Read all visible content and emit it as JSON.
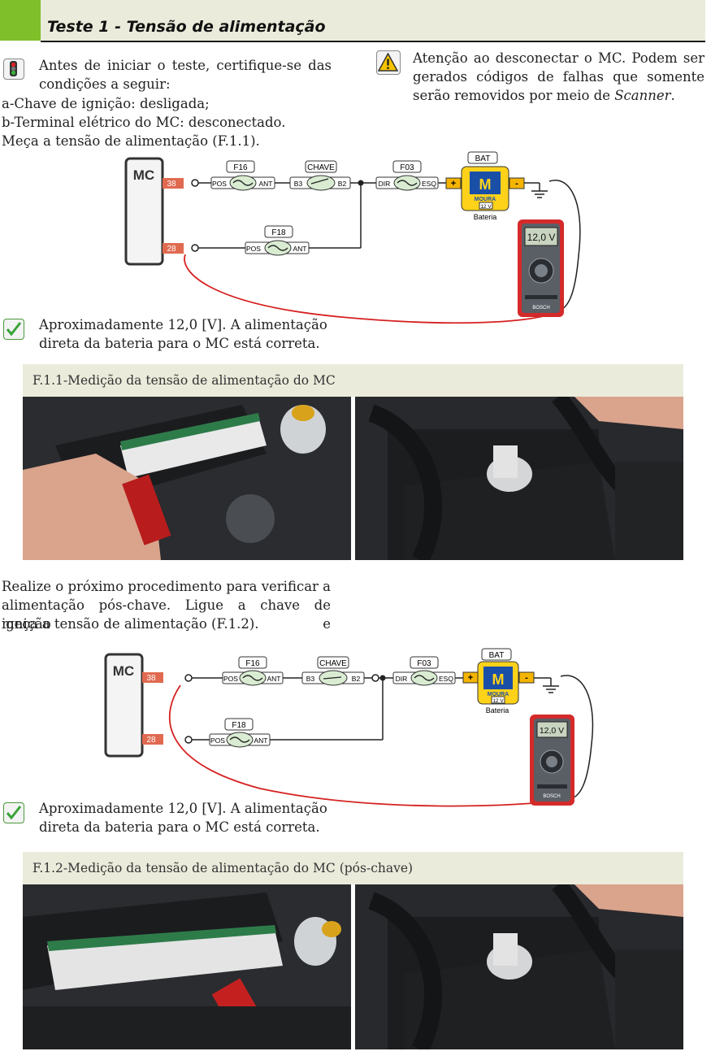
{
  "header": {
    "title": "Teste 1 - Tensão de alimentação"
  },
  "intro": {
    "line1": "Antes de iniciar o teste, certifique-se das",
    "line2": "condições a seguir:",
    "item_a": "a-Chave de ignição: desligada;",
    "item_b": "b-Terminal elétrico do MC: desconectado.",
    "measure": "Meça a tensão de alimentação (F.1.1)."
  },
  "warning": {
    "line1": "Atenção ao desconectar o MC. Podem ser",
    "line2": "gerados códigos de falhas que somente",
    "line3_prefix": "serão removidos por meio de ",
    "line3_italic": "Scanner",
    "line3_suffix": "."
  },
  "diagram_labels": {
    "module": "MC",
    "pin_top": "38",
    "pin_bottom": "28",
    "fuse_f16": "F16",
    "fuse_f03": "F03",
    "fuse_f18": "F18",
    "switch": "CHAVE",
    "battery": "BAT",
    "pos": "POS",
    "ant": "ANT",
    "b3": "B3",
    "b2": "B2",
    "dir": "DIR",
    "esq": "ESQ",
    "plus": "+",
    "minus": "-",
    "brand": "MOURA",
    "battery_volt": "12 V",
    "battery_caption": "Bateria",
    "meter_reading": "12,0 V",
    "meter_brand": "BOSCH"
  },
  "result1": {
    "line1": "Aproximadamente 12,0 [V]. A alimentação",
    "line2": "direta da bateria para o MC está correta."
  },
  "figure1": {
    "caption": "F.1.1-Medição da tensão de alimentação do MC"
  },
  "procedure": {
    "line1": "Realize o próximo procedimento para verificar a",
    "line2": "alimentação pós-chave. Ligue a chave de ignição e",
    "line3": "meça a tensão de alimentação (F.1.2)."
  },
  "result2": {
    "line1": "Aproximadamente 12,0 [V]. A alimentação",
    "line2": "direta da bateria para o MC está correta."
  },
  "figure2": {
    "caption": "F.1.2-Medição da tensão de alimentação do MC (pós-chave)"
  }
}
